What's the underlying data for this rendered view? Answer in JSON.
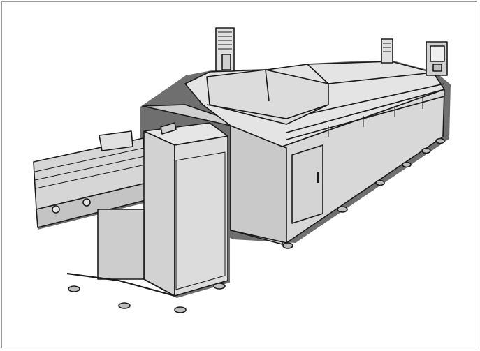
{
  "figure": {
    "subject": "",
    "colors": {
      "fill_main": "#d8d8d8",
      "fill_light": "#e4e4e4",
      "fill_dark": "#bdbdbd",
      "outline": "#1a1a1a",
      "shadow": "#6f6f6f",
      "background": "#ffffff"
    },
    "parts": [
      {
        "name": "reflow-oven-body"
      },
      {
        "name": "oven-hood"
      },
      {
        "name": "exhaust-stack-left"
      },
      {
        "name": "exhaust-stack-right"
      },
      {
        "name": "control-monitor"
      },
      {
        "name": "service-door"
      },
      {
        "name": "loading-conveyor"
      },
      {
        "name": "entry-cabinet"
      },
      {
        "name": "leveling-feet"
      }
    ]
  }
}
